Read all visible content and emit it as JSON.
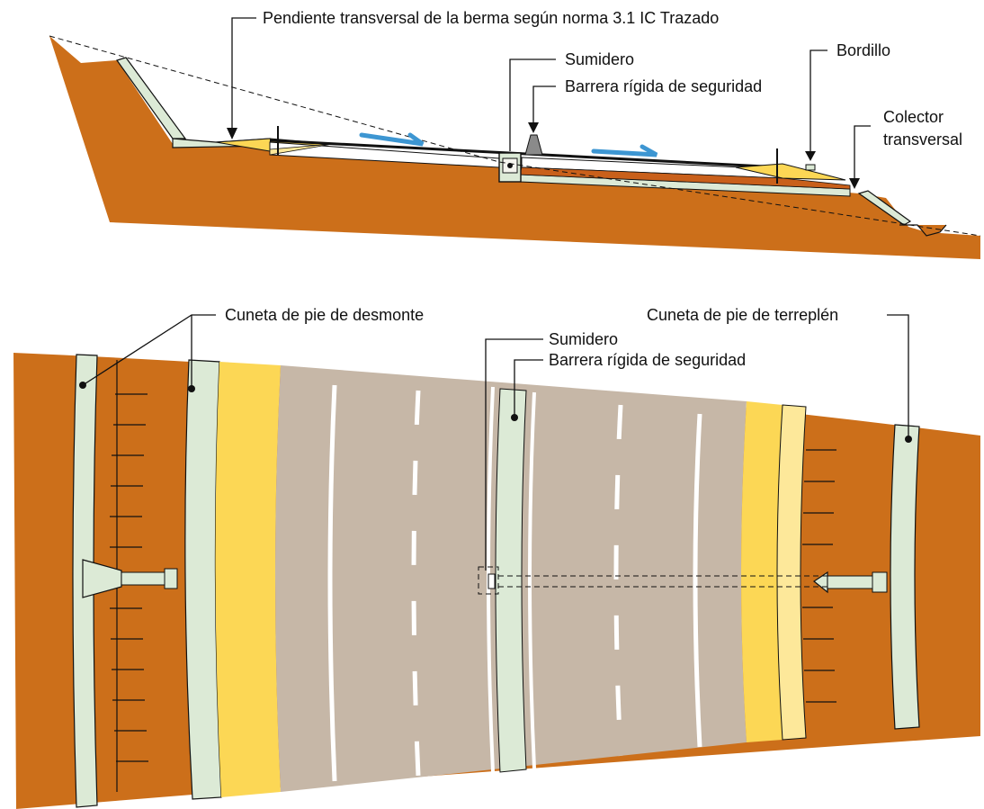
{
  "colors": {
    "soil": "#cc6f1a",
    "ditch": "#dcead6",
    "shoulder": "#fcd755",
    "shoulder_light": "#fde89a",
    "pavement": "#c6b7a7",
    "flow_arrow": "#3d96d2",
    "line": "#111111"
  },
  "section": {
    "labels": {
      "slope_shoulder": "Pendiente transversal de la berma según norma 3.1 IC Trazado",
      "drain": "Sumidero",
      "barrier": "Barrera rígida de seguridad",
      "curb": "Bordillo",
      "collector_line1": "Colector",
      "collector_line2": "transversal"
    }
  },
  "plan": {
    "labels": {
      "cut_ditch": "Cuneta de pie de desmonte",
      "fill_ditch": "Cuneta de pie de terreplén",
      "drain": "Sumidero",
      "barrier": "Barrera rígida de seguridad"
    }
  }
}
